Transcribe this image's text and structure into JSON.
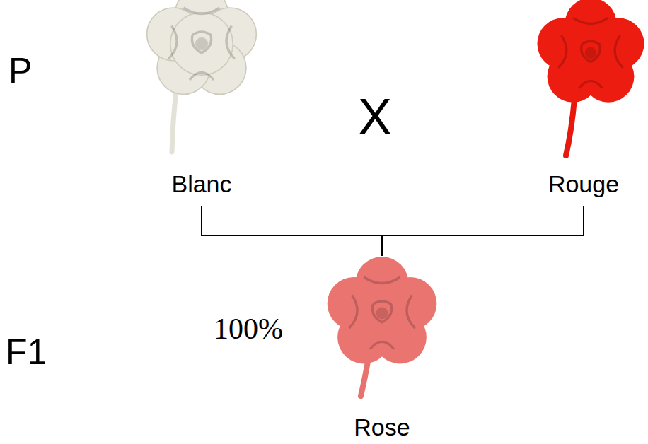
{
  "diagram": {
    "nodes": [
      {
        "text": [
          "Blanc"
        ]
      },
      {
        "text": [
          "Rouge"
        ]
      },
      {
        "text": [
          "Rose"
        ]
      }
    ],
    "edges": [
      {
        "from": 0,
        "to": 2,
        "arrow": "none"
      },
      {
        "from": 1,
        "to": 2,
        "arrow": "none"
      }
    ],
    "labels": [
      "P",
      "X",
      "F1",
      "100%"
    ]
  }
}
